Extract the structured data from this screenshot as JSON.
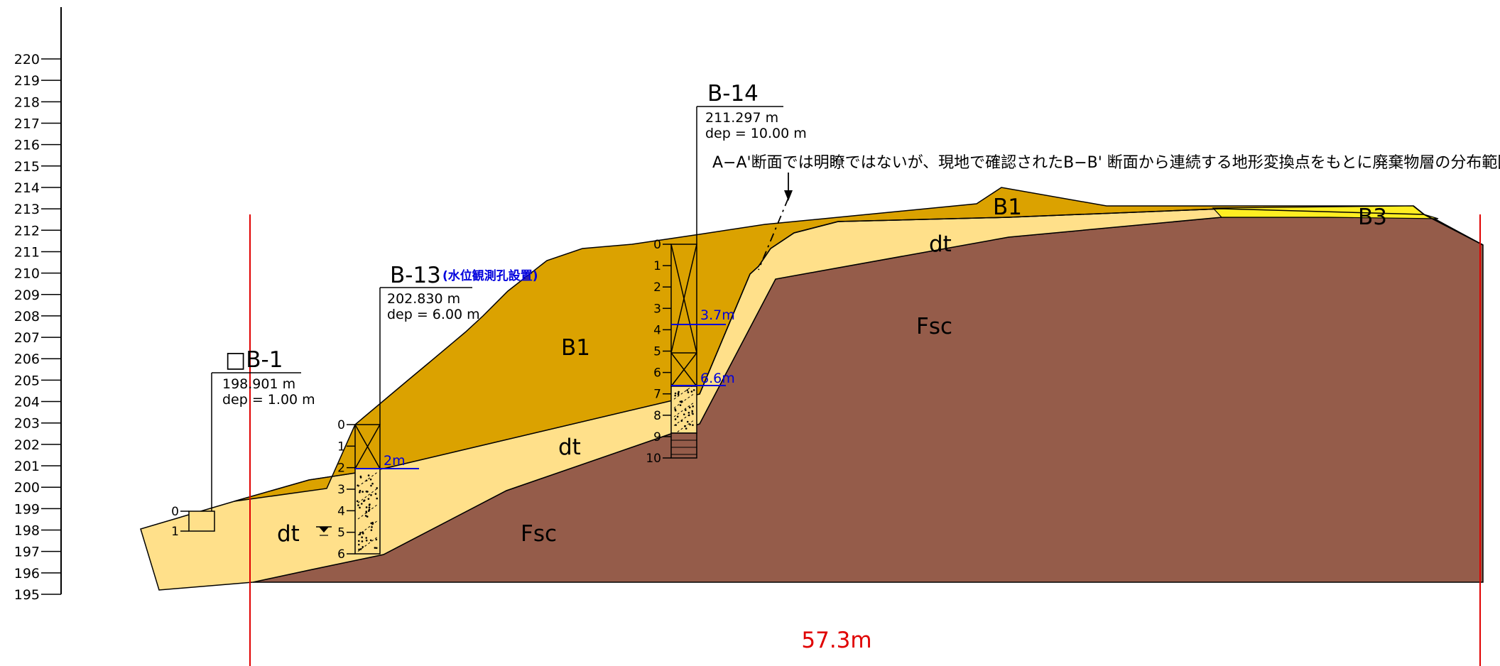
{
  "elevation_axis": {
    "labels": [
      "220",
      "219",
      "218",
      "217",
      "216",
      "215",
      "214",
      "213",
      "212",
      "211",
      "210",
      "209",
      "208",
      "207",
      "206",
      "205",
      "204",
      "203",
      "202",
      "201",
      "200",
      "199",
      "198",
      "197",
      "196",
      "195"
    ]
  },
  "boreholes": {
    "b1": {
      "name": "□B-1",
      "elevation": "198.901 m",
      "depth": "dep = 1.00 m",
      "depth_ticks": [
        "0",
        "1"
      ]
    },
    "b13": {
      "name": "B-13",
      "note": "(水位観測孔設置)",
      "elevation": "202.830 m",
      "depth": "dep = 6.00 m",
      "depth_ticks": [
        "0",
        "1",
        "2",
        "3",
        "4",
        "5",
        "6"
      ],
      "water_level": "2m"
    },
    "b14": {
      "name": "B-14",
      "elevation": "211.297 m",
      "depth": "dep = 10.00 m",
      "depth_ticks": [
        "0",
        "1",
        "2",
        "3",
        "4",
        "5",
        "6",
        "7",
        "8",
        "9",
        "10"
      ],
      "water_levels": [
        "3.7m",
        "6.6m"
      ]
    }
  },
  "layers": {
    "b1_lower": "B1",
    "b1_upper": "B1",
    "b3": "B3",
    "dt_left": "dt",
    "dt_middle": "dt",
    "dt_upper": "dt",
    "fsc_lower": "Fsc",
    "fsc_upper": "Fsc"
  },
  "annotation": "A−A'断面では明瞭ではないが、現地で確認されたB−B' 断面から連続する地形変換点をもとに廃棄物層の分布範囲を想定",
  "dimension": "57.3m",
  "colors": {
    "fsc": "#955c4a",
    "dt": "#ffe08a",
    "b1": "#dba200",
    "b3": "#ffee22",
    "boundary": "#e00000",
    "water": "#0000dd"
  }
}
